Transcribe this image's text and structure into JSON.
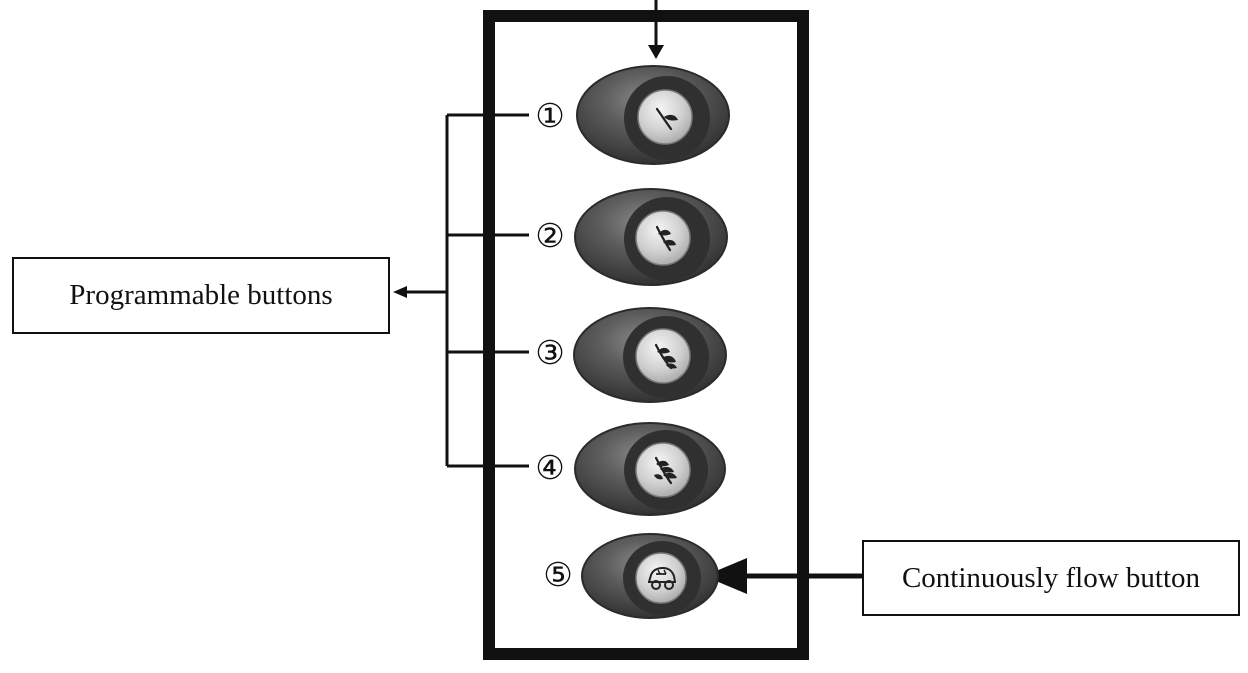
{
  "labels": {
    "programmable_buttons": "Programmable buttons",
    "continuous_flow_button": "Continuously flow button"
  },
  "buttons": [
    {
      "number": "①",
      "icon": "leaf-icon"
    },
    {
      "number": "②",
      "icon": "leaf-icon"
    },
    {
      "number": "③",
      "icon": "leaf-icon"
    },
    {
      "number": "④",
      "icon": "leaf-icon"
    },
    {
      "number": "⑤",
      "icon": "car-icon"
    }
  ],
  "colors": {
    "stroke": "#111111",
    "button_shell": "#4b4b4b",
    "button_shell_edge": "#2b2b2b",
    "button_face": "#d6d6d6",
    "button_face_edge": "#7a7a7a",
    "background": "#ffffff"
  }
}
